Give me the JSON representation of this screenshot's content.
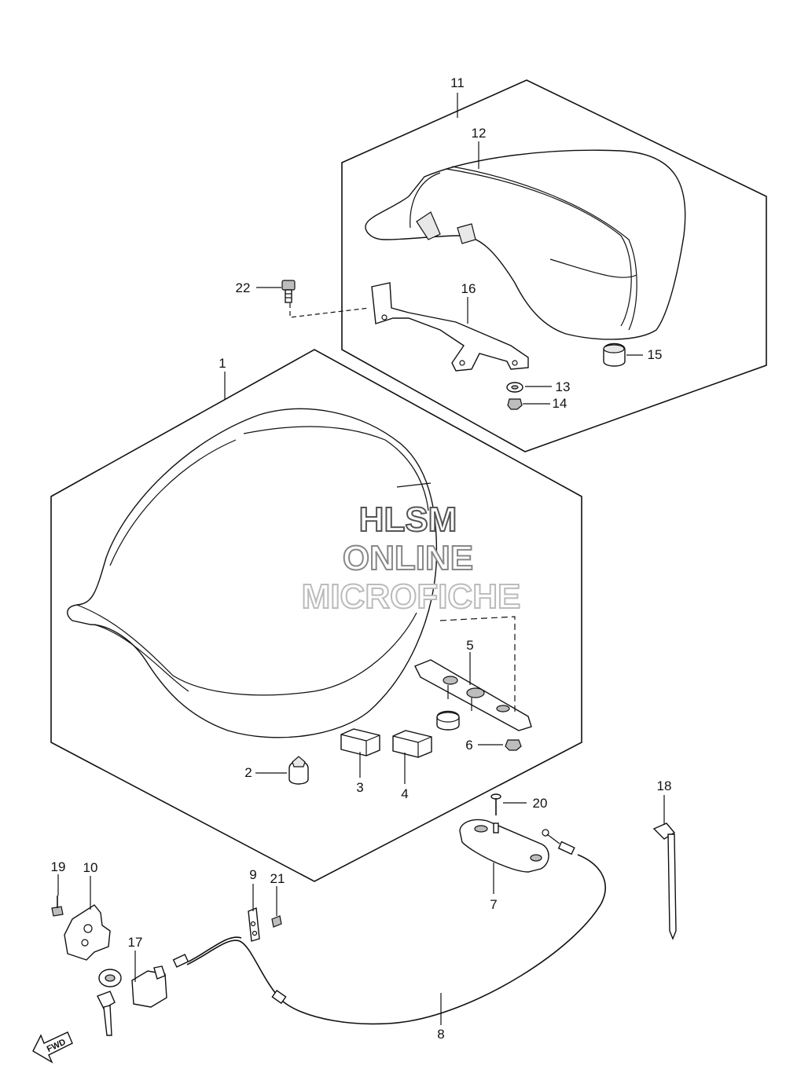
{
  "watermark": {
    "line1": "HLSM",
    "line2": "ONLINE",
    "line3": "MICROFICHE"
  },
  "fwd_label": "FWD",
  "callouts": {
    "c1": "1",
    "c2": "2",
    "c3": "3",
    "c4": "4",
    "c5": "5",
    "c6": "6",
    "c7": "7",
    "c8": "8",
    "c9": "9",
    "c10": "10",
    "c11": "11",
    "c12": "12",
    "c13": "13",
    "c14": "14",
    "c15": "15",
    "c16": "16",
    "c17": "17",
    "c18": "18",
    "c19": "19",
    "c20": "20",
    "c21": "21",
    "c22": "22"
  }
}
